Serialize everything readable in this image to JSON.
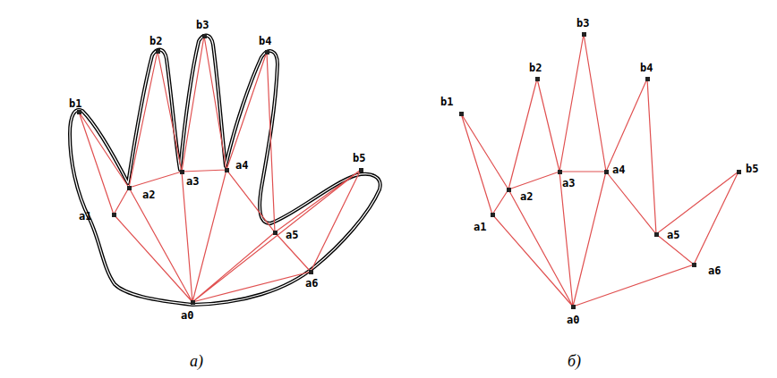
{
  "diagram": {
    "labels": [
      "b1",
      "b2",
      "b3",
      "b4",
      "b5",
      "a1",
      "a2",
      "a3",
      "a4",
      "a5",
      "a6",
      "a0",
      "b1",
      "b2",
      "b3",
      "b4",
      "b5",
      "a1",
      "a2",
      "a3",
      "a4",
      "a5",
      "a6",
      "a0",
      "а)",
      "б)"
    ]
  }
}
